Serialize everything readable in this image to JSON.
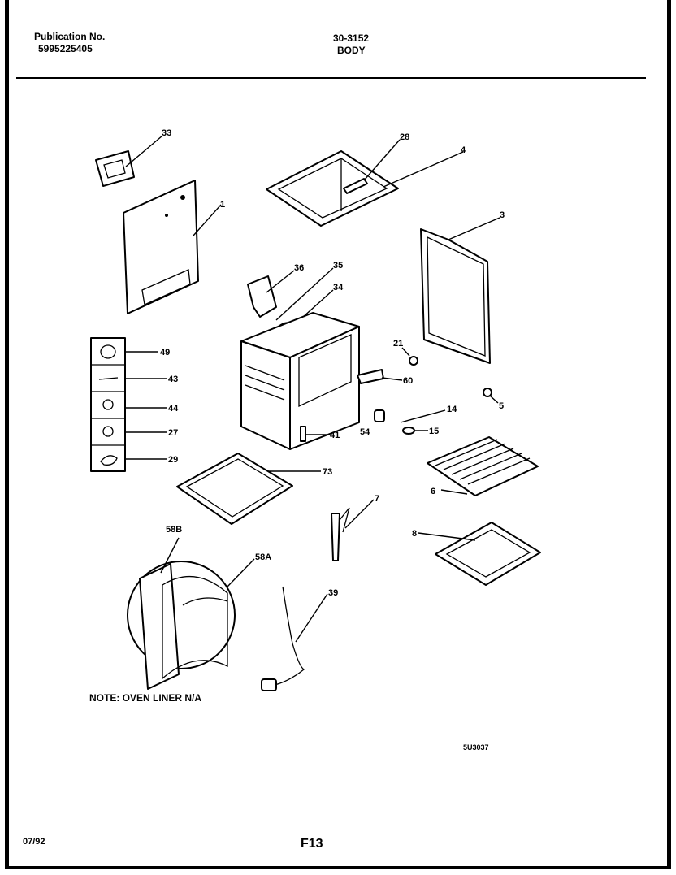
{
  "header": {
    "pub_label": "Publication No.",
    "pub_number": "5995225405",
    "doc_code": "30-3152",
    "section": "BODY"
  },
  "parts": {
    "p33": "33",
    "p1": "1",
    "p28": "28",
    "p4": "4",
    "p3": "3",
    "p36": "36",
    "p35": "35",
    "p34": "34",
    "p49": "49",
    "p43": "43",
    "p44": "44",
    "p27": "27",
    "p29": "29",
    "p21": "21",
    "p60": "60",
    "p5": "5",
    "p14": "14",
    "p15": "15",
    "p54": "54",
    "p41": "41",
    "p73": "73",
    "p6": "6",
    "p7": "7",
    "p8": "8",
    "p58b": "58B",
    "p58a": "58A",
    "p39": "39"
  },
  "note": "NOTE: OVEN LINER N/A",
  "drawing_id": "5U3037",
  "footer": {
    "date": "07/92",
    "page": "F13"
  }
}
